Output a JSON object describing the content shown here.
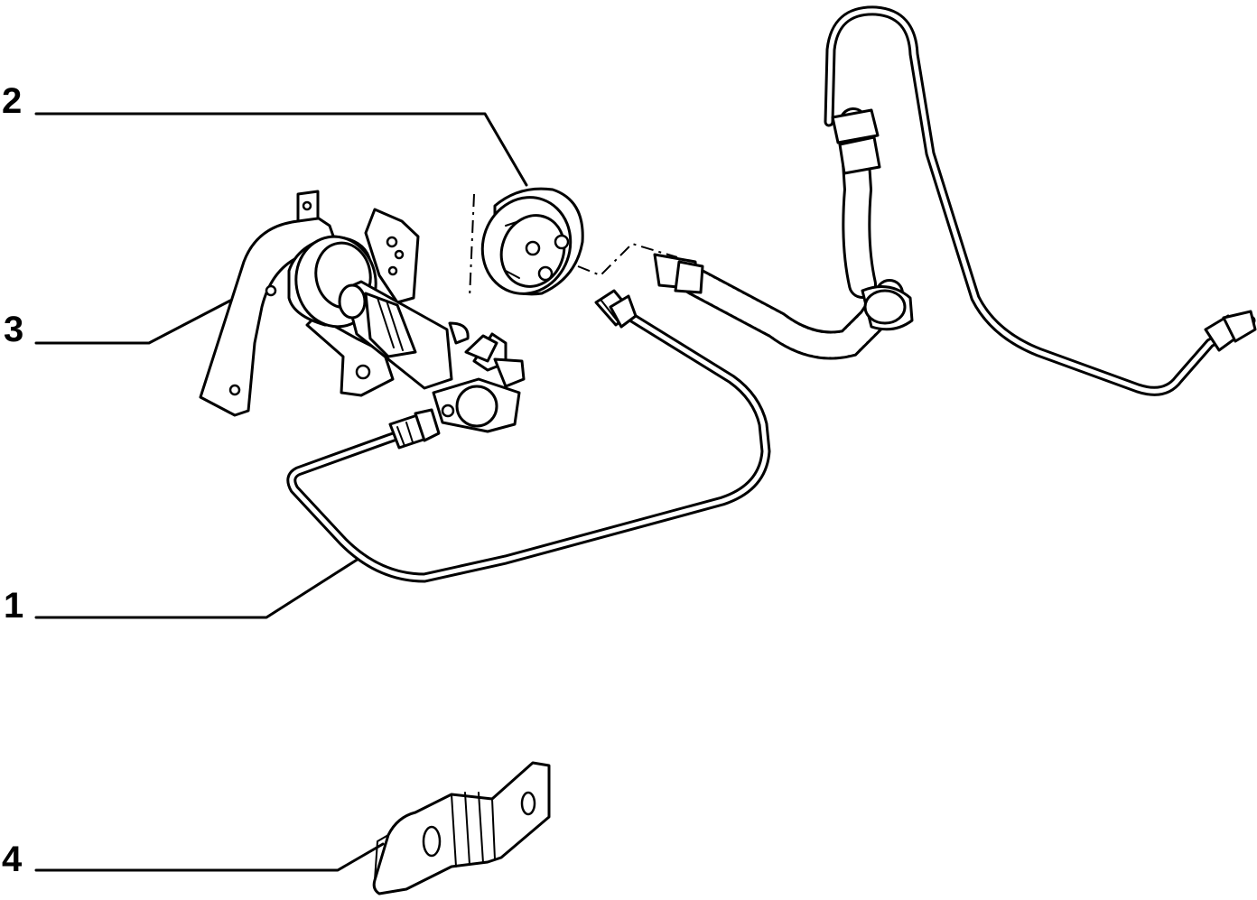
{
  "callouts": {
    "c1": "1",
    "c2": "2",
    "c3": "3",
    "c4": "4"
  },
  "parts": {
    "p1": "hydraulic-pipe",
    "p2": "damper-ring",
    "p3": "slave-cylinder-bracket",
    "p4": "bracket",
    "p5": "flexible-hose"
  }
}
